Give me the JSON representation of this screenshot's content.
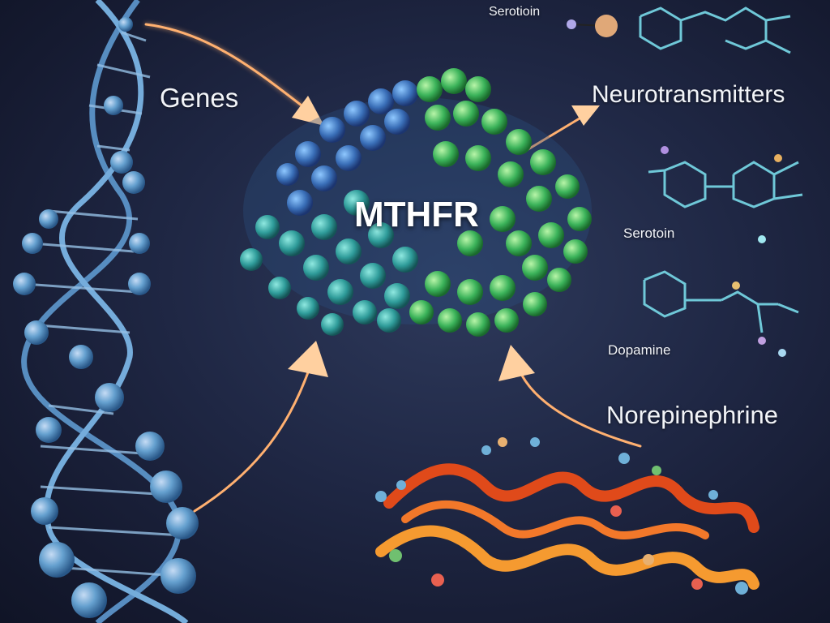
{
  "labels": {
    "center": "MTHFR",
    "genes": "Genes",
    "neurotransmitters": "Neurotransmitters",
    "serotonin_top": "Serotioin",
    "serotonin_mid": "Serotoin",
    "dopamine": "Dopamine",
    "norepinephrine": "Norepinephrine"
  },
  "colors": {
    "background": "#1f2744",
    "arrow": "#ffb070",
    "dna": "#6aa8d8",
    "protein_blue": "#3a6fb8",
    "protein_green": "#3bb35a",
    "helix_orange": "#f07a28"
  }
}
